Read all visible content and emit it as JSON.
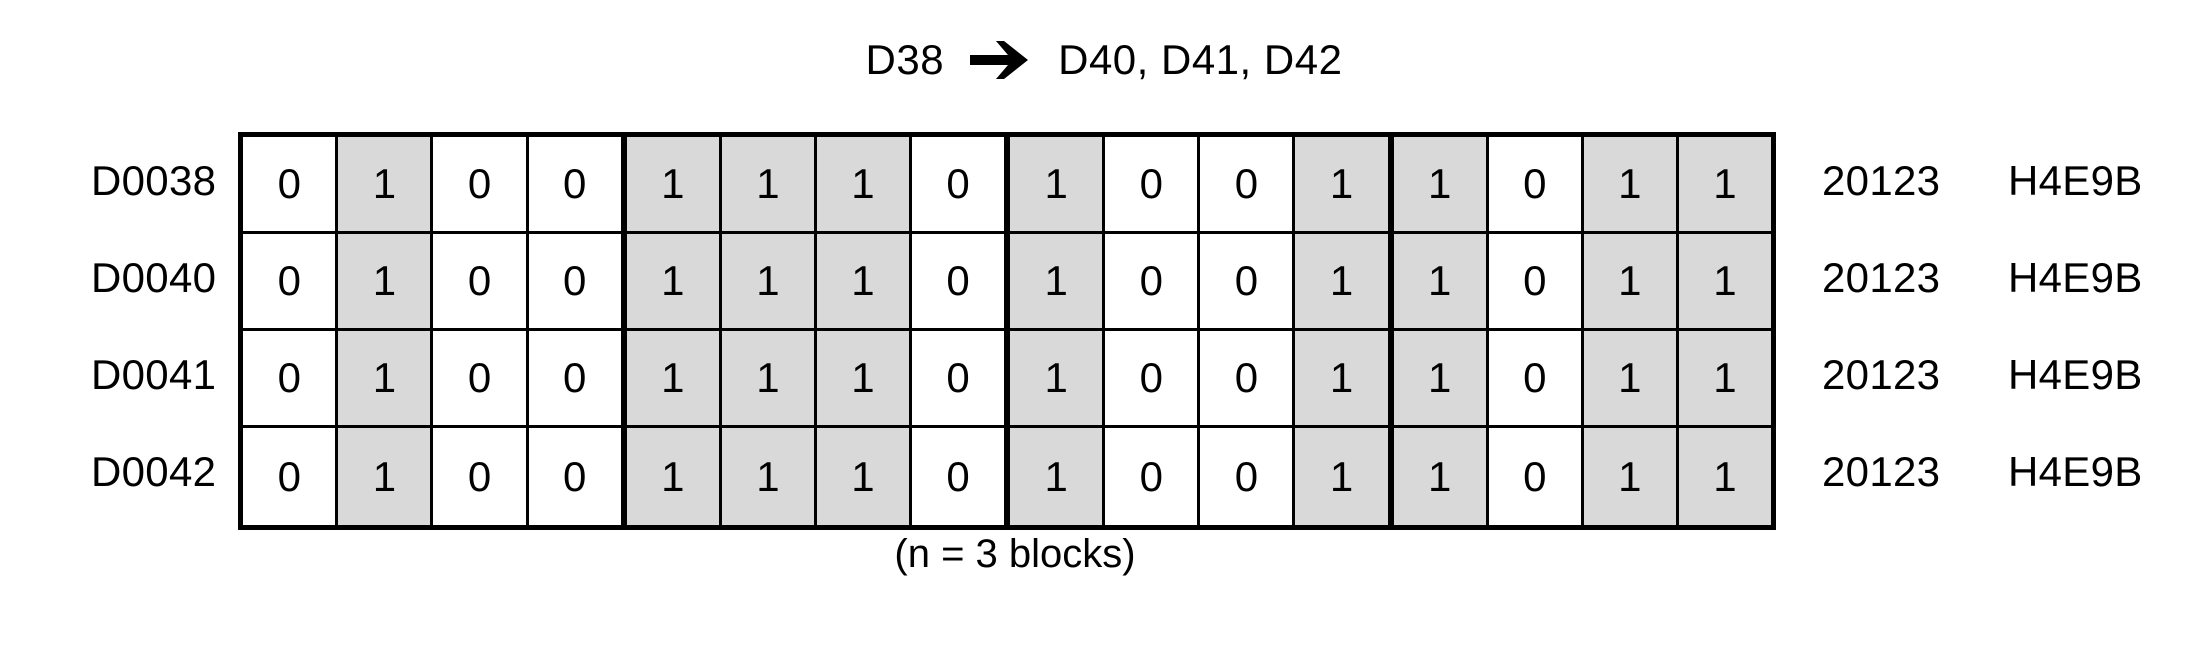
{
  "title": {
    "source": "D38",
    "arrow_icon": "right-arrow-icon",
    "targets": "D40, D41, D42"
  },
  "caption": "(n = 3 blocks)",
  "colors": {
    "bit_on_fill": "#d9d9d9",
    "bit_off_fill": "#ffffff",
    "border": "#000000",
    "text": "#000000",
    "background": "#ffffff"
  },
  "grid": {
    "columns": 16,
    "block_size": 4,
    "blocks": 3,
    "block_edges": [
      4,
      8,
      12
    ]
  },
  "rows": [
    {
      "label": "D0038",
      "bits": [
        0,
        1,
        0,
        0,
        1,
        1,
        1,
        0,
        1,
        0,
        0,
        1,
        1,
        0,
        1,
        1
      ],
      "count": "20123",
      "code": "H4E9B"
    },
    {
      "label": "D0040",
      "bits": [
        0,
        1,
        0,
        0,
        1,
        1,
        1,
        0,
        1,
        0,
        0,
        1,
        1,
        0,
        1,
        1
      ],
      "count": "20123",
      "code": "H4E9B"
    },
    {
      "label": "D0041",
      "bits": [
        0,
        1,
        0,
        0,
        1,
        1,
        1,
        0,
        1,
        0,
        0,
        1,
        1,
        0,
        1,
        1
      ],
      "count": "20123",
      "code": "H4E9B"
    },
    {
      "label": "D0042",
      "bits": [
        0,
        1,
        0,
        0,
        1,
        1,
        1,
        0,
        1,
        0,
        0,
        1,
        1,
        0,
        1,
        1
      ],
      "count": "20123",
      "code": "H4E9B"
    }
  ]
}
